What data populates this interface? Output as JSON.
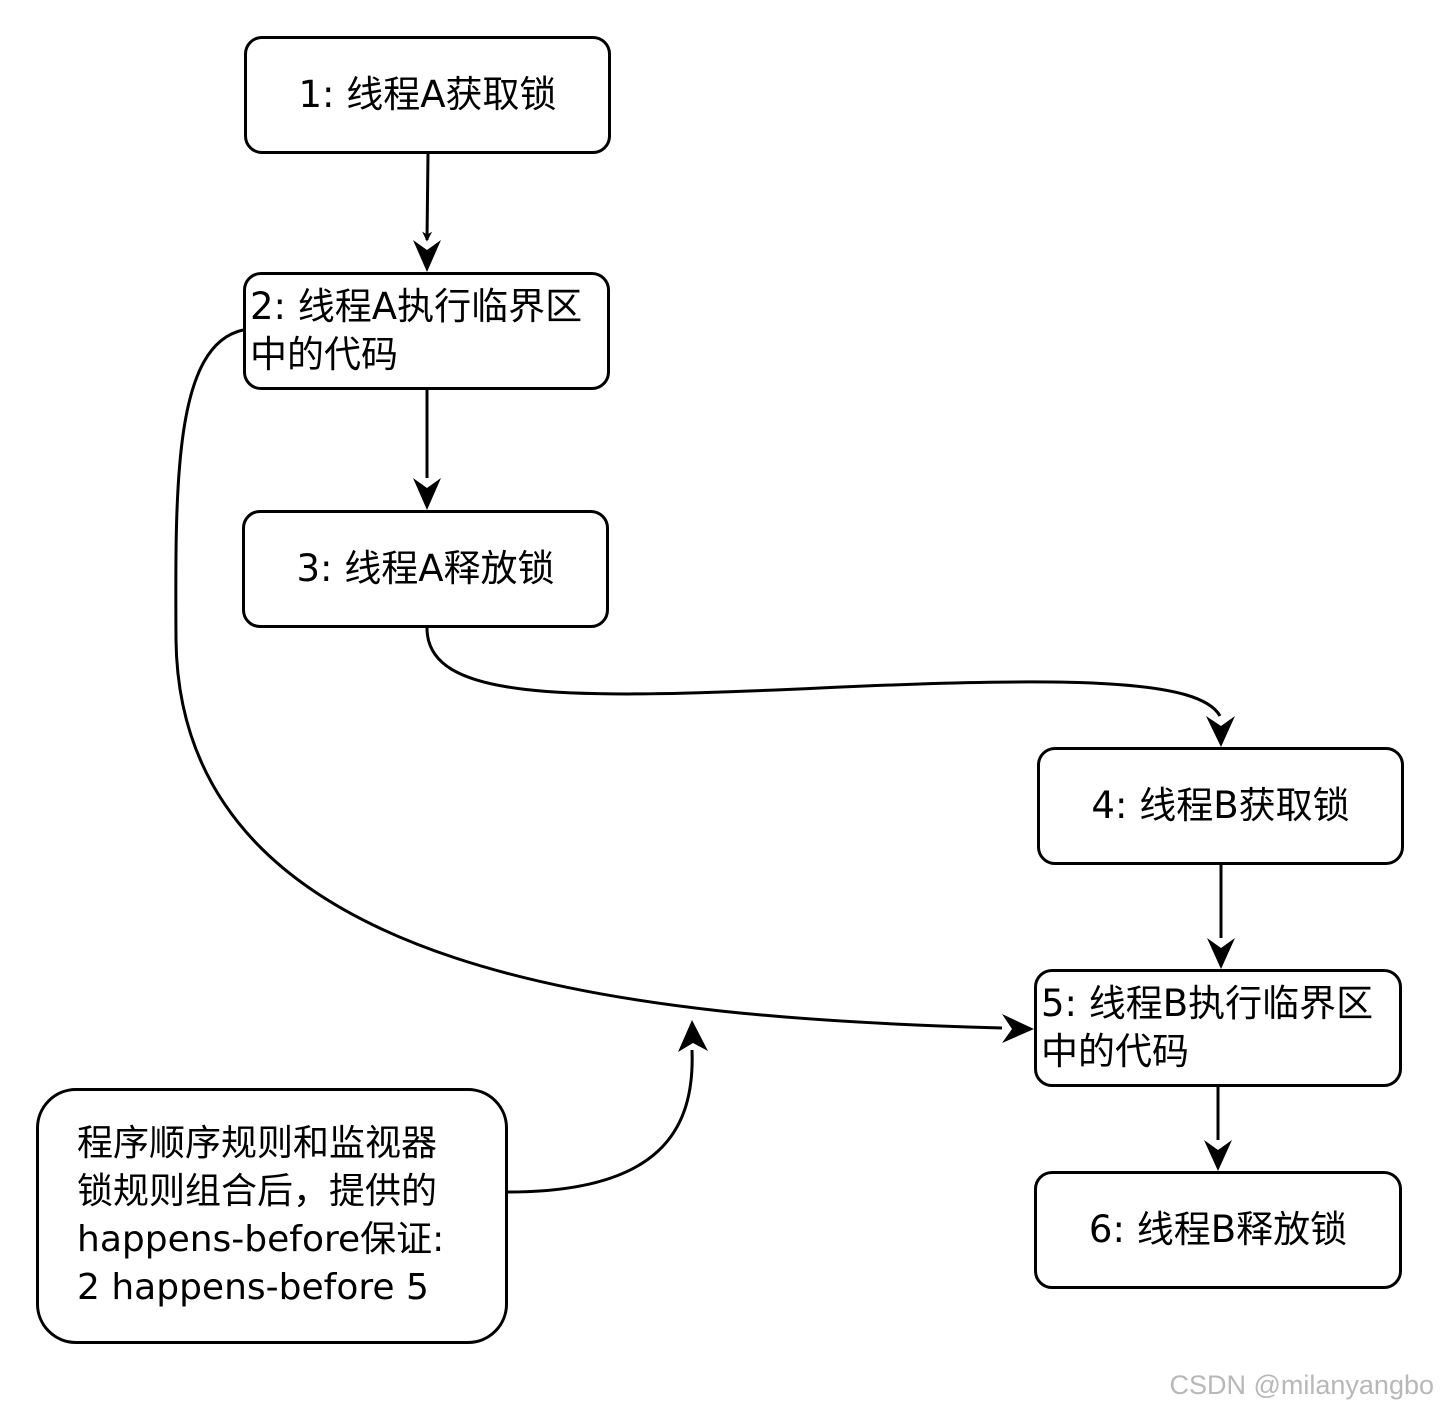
{
  "nodes": {
    "step1": "1: 线程A获取锁",
    "step2": "2: 线程A执行临界区\n中的代码",
    "step3": "3: 线程A释放锁",
    "step4": "4: 线程B获取锁",
    "step5": "5: 线程B执行临界区\n中的代码",
    "step6": "6: 线程B释放锁"
  },
  "note": "程序顺序规则和监视器\n锁规则组合后，提供的\nhappens-before保证:\n2 happens-before 5",
  "watermark": "CSDN @milanyangbo"
}
